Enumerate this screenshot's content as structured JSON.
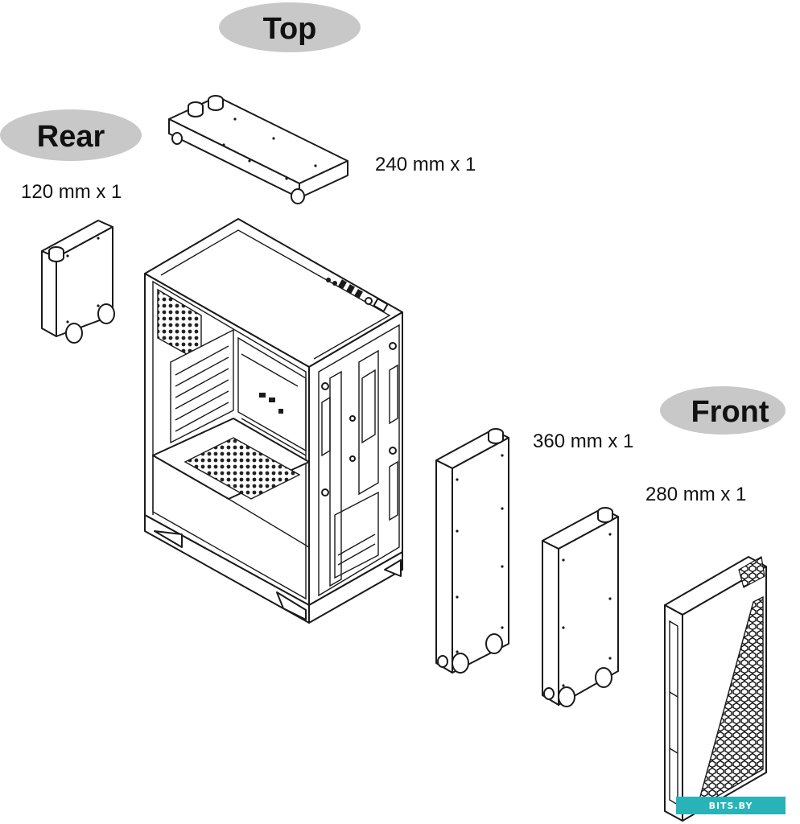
{
  "labels": {
    "top": "Top",
    "rear": "Rear",
    "front": "Front"
  },
  "sizes": {
    "top_240": "240 mm x 1",
    "rear_120": "120 mm x 1",
    "front_360": "360 mm x 1",
    "front_280": "280 mm x 1"
  },
  "watermark": "BITS.BY",
  "colors": {
    "pill": "#c8c8c8",
    "watermark_bg": "#27b3b8",
    "line": "#1a1a1a"
  }
}
